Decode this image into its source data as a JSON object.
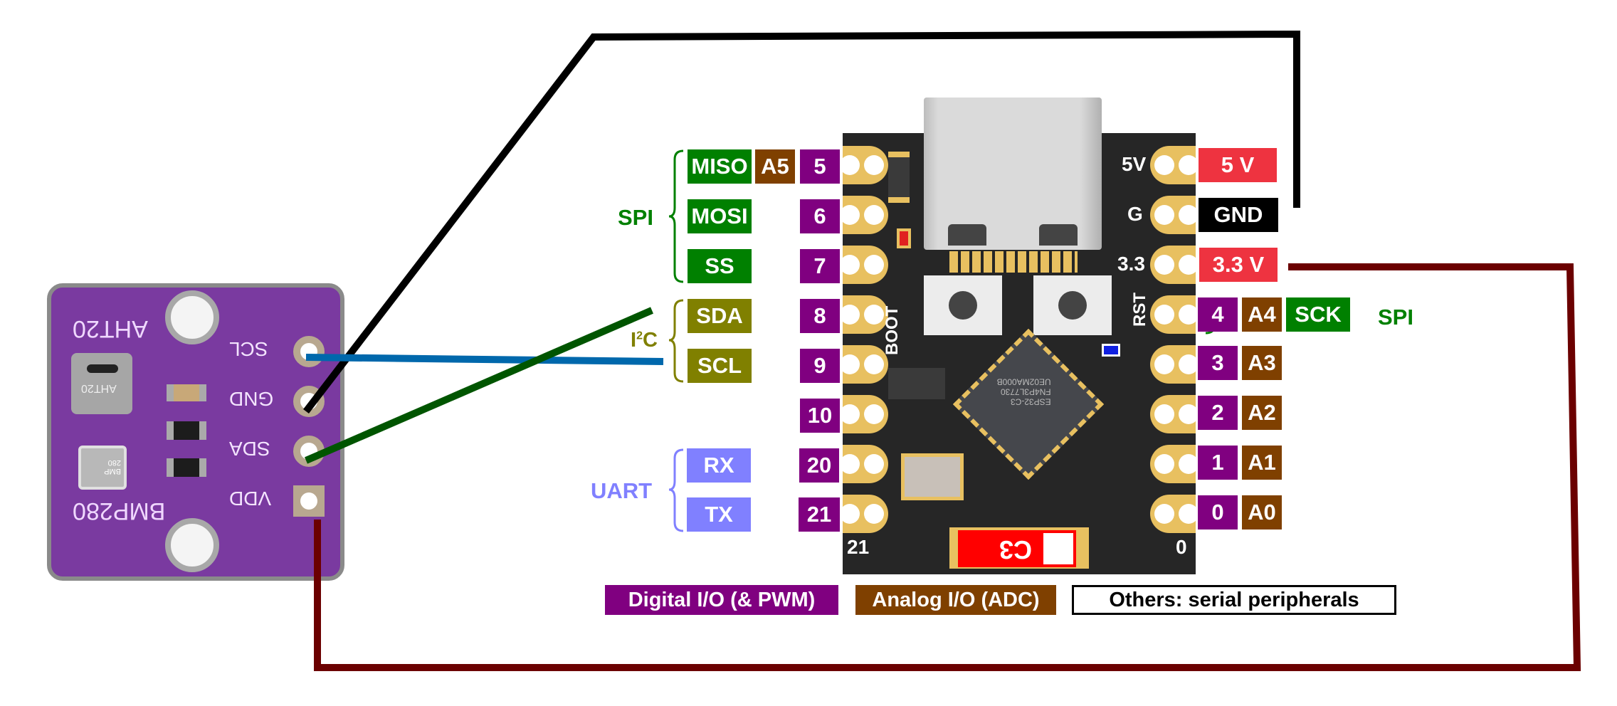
{
  "sensor": {
    "name": "AHT20 + BMP280 sensor module",
    "chip1_label": "AHT20",
    "chip1_marking": "AHT20",
    "chip2_label": "BMP280",
    "chip2_marking": "BMP 280",
    "pins": [
      "SCL",
      "GND",
      "SDA",
      "VDD"
    ],
    "board_color": "#7a3aa0"
  },
  "mcu": {
    "name": "ESP32-C3 Super Mini",
    "chip_marking": [
      "ESP32-C3",
      "FN4P3L7730",
      "UE02MA000B"
    ],
    "usb_label": "USB-C",
    "boot_label": "BOOT",
    "rst_label": "RST",
    "antenna_label": "C3",
    "silk_left_bottom": "21",
    "silk_right_bottom": "0",
    "silk_right_pins": [
      "5V",
      "G",
      "3.3"
    ]
  },
  "left_pins": [
    {
      "gpio": "5",
      "analog": "A5",
      "func": "MISO",
      "group": "spi"
    },
    {
      "gpio": "6",
      "analog": "",
      "func": "MOSI",
      "group": "spi"
    },
    {
      "gpio": "7",
      "analog": "",
      "func": "SS",
      "group": "spi"
    },
    {
      "gpio": "8",
      "analog": "",
      "func": "SDA",
      "group": "i2c"
    },
    {
      "gpio": "9",
      "analog": "",
      "func": "SCL",
      "group": "i2c"
    },
    {
      "gpio": "10",
      "analog": "",
      "func": "",
      "group": ""
    },
    {
      "gpio": "20",
      "analog": "",
      "func": "RX",
      "group": "uart"
    },
    {
      "gpio": "21",
      "analog": "",
      "func": "TX",
      "group": "uart"
    }
  ],
  "right_pins": [
    {
      "label": "5 V",
      "type": "power"
    },
    {
      "label": "GND",
      "type": "ground"
    },
    {
      "label": "3.3 V",
      "type": "power"
    },
    {
      "gpio": "4",
      "analog": "A4",
      "func": "SCK",
      "group": "spi"
    },
    {
      "gpio": "3",
      "analog": "A3"
    },
    {
      "gpio": "2",
      "analog": "A2"
    },
    {
      "gpio": "1",
      "analog": "A1"
    },
    {
      "gpio": "0",
      "analog": "A0"
    }
  ],
  "groups": {
    "spi_left": "SPI",
    "i2c": "I",
    "i2c_sup": "2",
    "i2c_tail": "C",
    "uart": "UART",
    "spi_right": "SPI"
  },
  "legend": {
    "digital": "Digital I/O (& PWM)",
    "analog": "Analog I/O (ADC)",
    "others": "Others: serial peripherals"
  },
  "colors": {
    "digital": "#800080",
    "analog": "#7f4000",
    "spi": "#008000",
    "i2c": "#808000",
    "uart": "#8080ff",
    "power": "#ee3340",
    "ground": "#000000",
    "wire_scl": "#0068ac",
    "wire_sda": "#005500",
    "wire_gnd": "#000000",
    "wire_vdd": "#6b0000"
  },
  "wires": [
    {
      "name": "SCL",
      "from": "sensor.SCL",
      "to": "mcu.GPIO9 (SCL)"
    },
    {
      "name": "SDA",
      "from": "sensor.SDA",
      "to": "mcu.GPIO8 (SDA)"
    },
    {
      "name": "GND",
      "from": "sensor.GND",
      "to": "mcu.GND"
    },
    {
      "name": "VDD",
      "from": "sensor.VDD",
      "to": "mcu.3.3V"
    }
  ]
}
